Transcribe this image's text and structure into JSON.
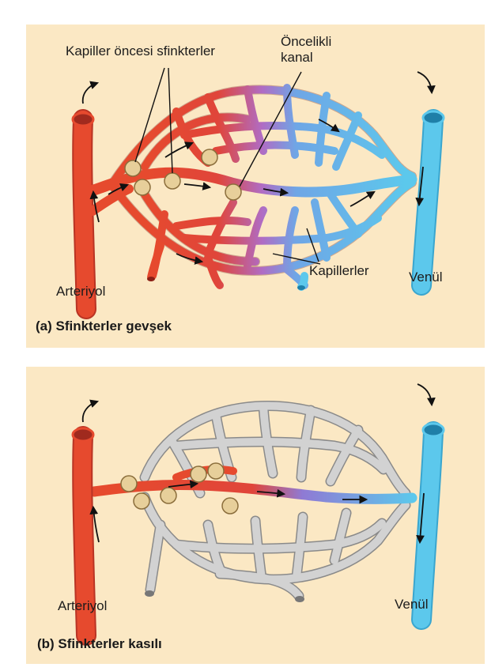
{
  "panel_a": {
    "label_sphincters": "Kapiller öncesi sfinkterler",
    "label_channel_1": "Öncelikli",
    "label_channel_2": "kanal",
    "label_capillaries": "Kapillerler",
    "label_arteriole": "Arteriyol",
    "label_venule": "Venül",
    "caption": "(a) Sfinkterler gevşek"
  },
  "panel_b": {
    "label_arteriole": "Arteriyol",
    "label_venule": "Venül",
    "caption": "(b) Sfinkterler kasılı"
  },
  "colors": {
    "panel_bg": "#fbe8c4",
    "arteriole": "#e64a2e",
    "venule": "#5cc8ec",
    "capillary_mix": "#9b7ad0",
    "capillary_gray": "#c9c9c9",
    "sphincter": "#e7cf9a"
  }
}
